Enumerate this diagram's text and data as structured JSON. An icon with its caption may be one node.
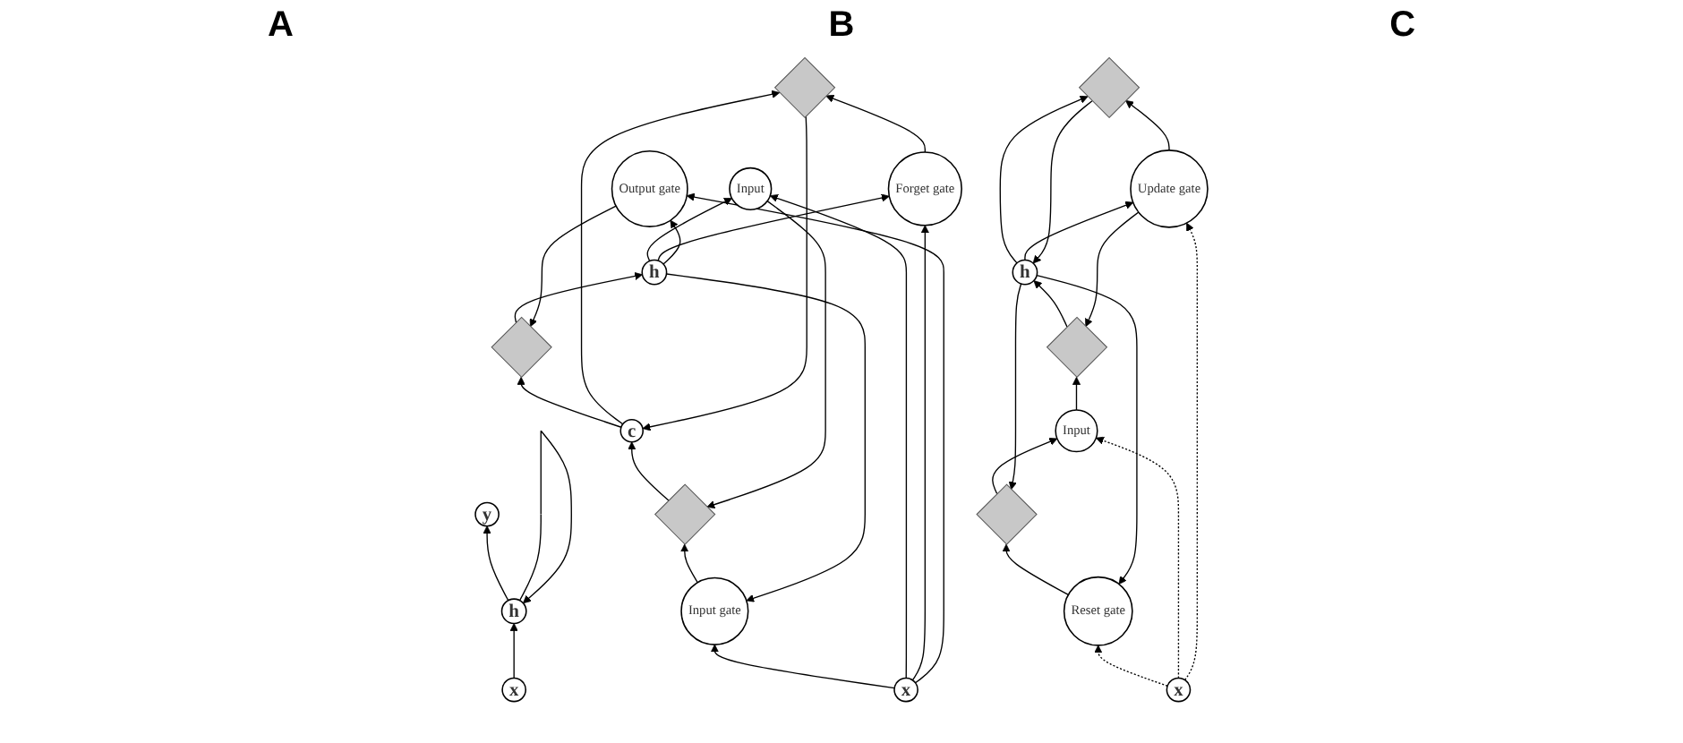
{
  "diagram": {
    "nodes": [
      {
        "text": [
          "y"
        ]
      },
      {
        "text": [
          "h"
        ]
      },
      {
        "text": [
          "x"
        ]
      },
      {
        "text": [
          "h"
        ]
      },
      {
        "text": [],
        "shape": "diamond"
      },
      {
        "text": [
          "Output gate"
        ]
      },
      {
        "text": [
          "c"
        ]
      },
      {
        "text": [],
        "shape": "diamond"
      },
      {
        "text": [],
        "shape": "diamond"
      },
      {
        "text": [
          "Input gate"
        ]
      },
      {
        "text": [
          "Input"
        ]
      },
      {
        "text": [
          "Forget gate"
        ]
      },
      {
        "text": [
          "x"
        ]
      },
      {
        "text": [
          "h"
        ]
      },
      {
        "text": [],
        "shape": "diamond"
      },
      {
        "text": [],
        "shape": "diamond"
      },
      {
        "text": [
          "Reset gate"
        ]
      },
      {
        "text": [],
        "shape": "diamond"
      },
      {
        "text": [
          "Input"
        ]
      },
      {
        "text": [
          "Update gate"
        ]
      },
      {
        "text": [
          "x"
        ]
      }
    ],
    "edges": [
      {
        "from": 2,
        "to": 1,
        "arrow": "to"
      },
      {
        "from": 1,
        "to": 0,
        "arrow": "to"
      },
      {
        "from": 1,
        "to": 1,
        "arrow": "to"
      },
      {
        "from": 4,
        "to": 3,
        "arrow": "to"
      },
      {
        "from": 5,
        "to": 4,
        "arrow": "to"
      },
      {
        "from": 6,
        "to": 4,
        "arrow": "to"
      },
      {
        "from": 6,
        "to": 7,
        "arrow": "to"
      },
      {
        "from": 7,
        "to": 6,
        "arrow": "to"
      },
      {
        "from": 8,
        "to": 6,
        "arrow": "to"
      },
      {
        "from": 9,
        "to": 8,
        "arrow": "to"
      },
      {
        "from": 10,
        "to": 8,
        "arrow": "to"
      },
      {
        "from": 11,
        "to": 7,
        "arrow": "to"
      },
      {
        "from": 3,
        "to": 9,
        "arrow": "to"
      },
      {
        "from": 3,
        "to": 10,
        "arrow": "to"
      },
      {
        "from": 3,
        "to": 11,
        "arrow": "to"
      },
      {
        "from": 3,
        "to": 5,
        "arrow": "to"
      },
      {
        "from": 12,
        "to": 9,
        "arrow": "to"
      },
      {
        "from": 12,
        "to": 10,
        "arrow": "to"
      },
      {
        "from": 12,
        "to": 11,
        "arrow": "to"
      },
      {
        "from": 12,
        "to": 5,
        "arrow": "to"
      },
      {
        "from": 14,
        "to": 13,
        "arrow": "to"
      },
      {
        "from": 15,
        "to": 13,
        "arrow": "to"
      },
      {
        "from": 13,
        "to": 14,
        "arrow": "to"
      },
      {
        "from": 19,
        "to": 14,
        "arrow": "to"
      },
      {
        "from": 19,
        "to": 15,
        "arrow": "to"
      },
      {
        "from": 18,
        "to": 15,
        "arrow": "to"
      },
      {
        "from": 16,
        "to": 17,
        "arrow": "to"
      },
      {
        "from": 17,
        "to": 18,
        "arrow": "to"
      },
      {
        "from": 13,
        "to": 16,
        "arrow": "to"
      },
      {
        "from": 13,
        "to": 17,
        "arrow": "to"
      },
      {
        "from": 13,
        "to": 19,
        "arrow": "to"
      },
      {
        "from": 20,
        "to": 16,
        "arrow": "to",
        "style": "dashed"
      },
      {
        "from": 20,
        "to": 18,
        "arrow": "to",
        "style": "dashed"
      },
      {
        "from": 20,
        "to": 19,
        "arrow": "to",
        "style": "dashed"
      }
    ],
    "labels": [
      "A",
      "B",
      "C"
    ]
  }
}
